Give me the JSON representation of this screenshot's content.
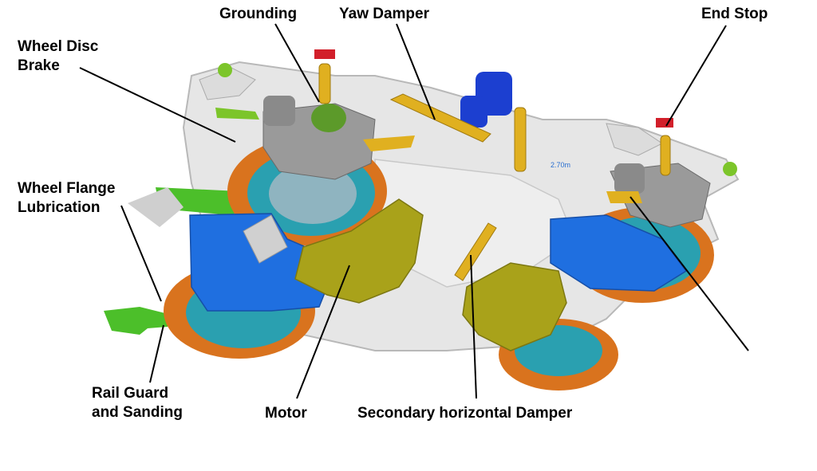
{
  "labels": {
    "grounding": "Grounding",
    "yaw_damper": "Yaw Damper",
    "end_stop": "End Stop",
    "wheel_disc_brake": [
      "Wheel Disc",
      "Brake"
    ],
    "wheel_flange_lubrication": [
      "Wheel Flange",
      "Lubrication"
    ],
    "rail_guard_sanding": [
      "Rail Guard",
      "and Sanding"
    ],
    "motor": "Motor",
    "secondary_horizontal_damper": "Secondary horizontal Damper"
  },
  "dimension_text": "2.70m",
  "colors": {
    "frame": "#e6e6e6",
    "frame_edge": "#b8b8b8",
    "wheel": "#d9731e",
    "disc": "#2aa0b0",
    "motor": "#a9a21a",
    "gearbox": "#1f6fe0",
    "damper": "#e0b020",
    "spring": "#1c3fd0",
    "bracket": "#7cc52a",
    "stop": "#d21f2a"
  },
  "icons": [
    "wheel-icon",
    "damper-icon",
    "spring-icon",
    "motor-icon"
  ]
}
